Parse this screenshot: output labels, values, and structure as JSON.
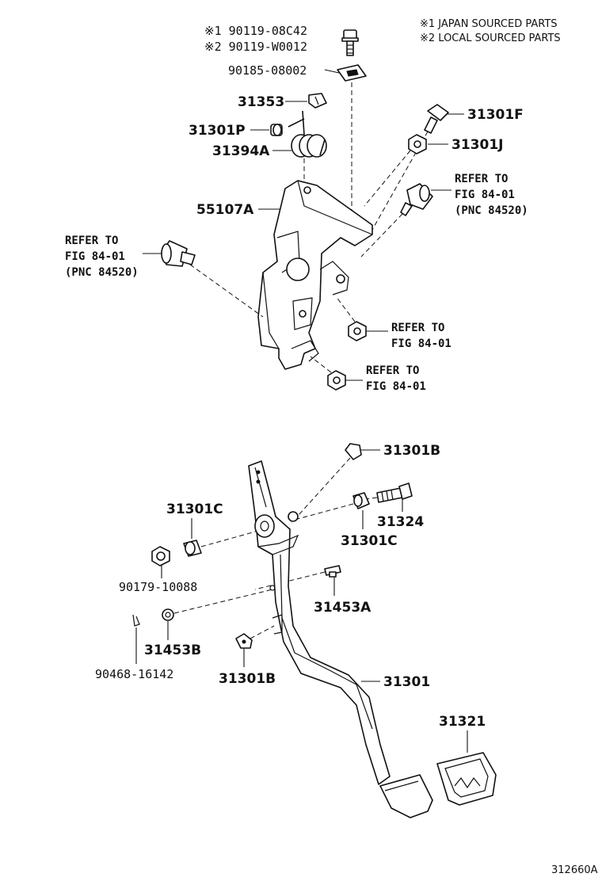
{
  "legend": {
    "line1": "※1 JAPAN SOURCED PARTS",
    "line2": "※2 LOCAL SOURCED PARTS"
  },
  "parts": {
    "bolt_japan": "※1 90119-08C42",
    "bolt_local": "※2 90119-W0012",
    "clip_90185": "90185-08002",
    "p31353": "31353",
    "p31301P": "31301P",
    "p31394A": "31394A",
    "p55107A": "55107A",
    "p31301F": "31301F",
    "p31301J": "31301J",
    "p31301B_top": "31301B",
    "p31301C_left": "31301C",
    "p31324": "31324",
    "p31301C_right": "31301C",
    "p90179": "90179-10088",
    "p31453A": "31453A",
    "p31453B": "31453B",
    "p90468": "90468-16142",
    "p31301B_bottom": "31301B",
    "p31301": "31301",
    "p31321": "31321"
  },
  "refs": {
    "right_switch": {
      "l1": "REFER TO",
      "l2": "FIG 84-01",
      "l3": "(PNC 84520)"
    },
    "left_switch": {
      "l1": "REFER TO",
      "l2": "FIG 84-01",
      "l3": "(PNC 84520)"
    },
    "nut_upper": {
      "l1": "REFER TO",
      "l2": "FIG 84-01"
    },
    "nut_lower": {
      "l1": "REFER TO",
      "l2": "FIG 84-01"
    }
  },
  "illustration_id": "312660A"
}
